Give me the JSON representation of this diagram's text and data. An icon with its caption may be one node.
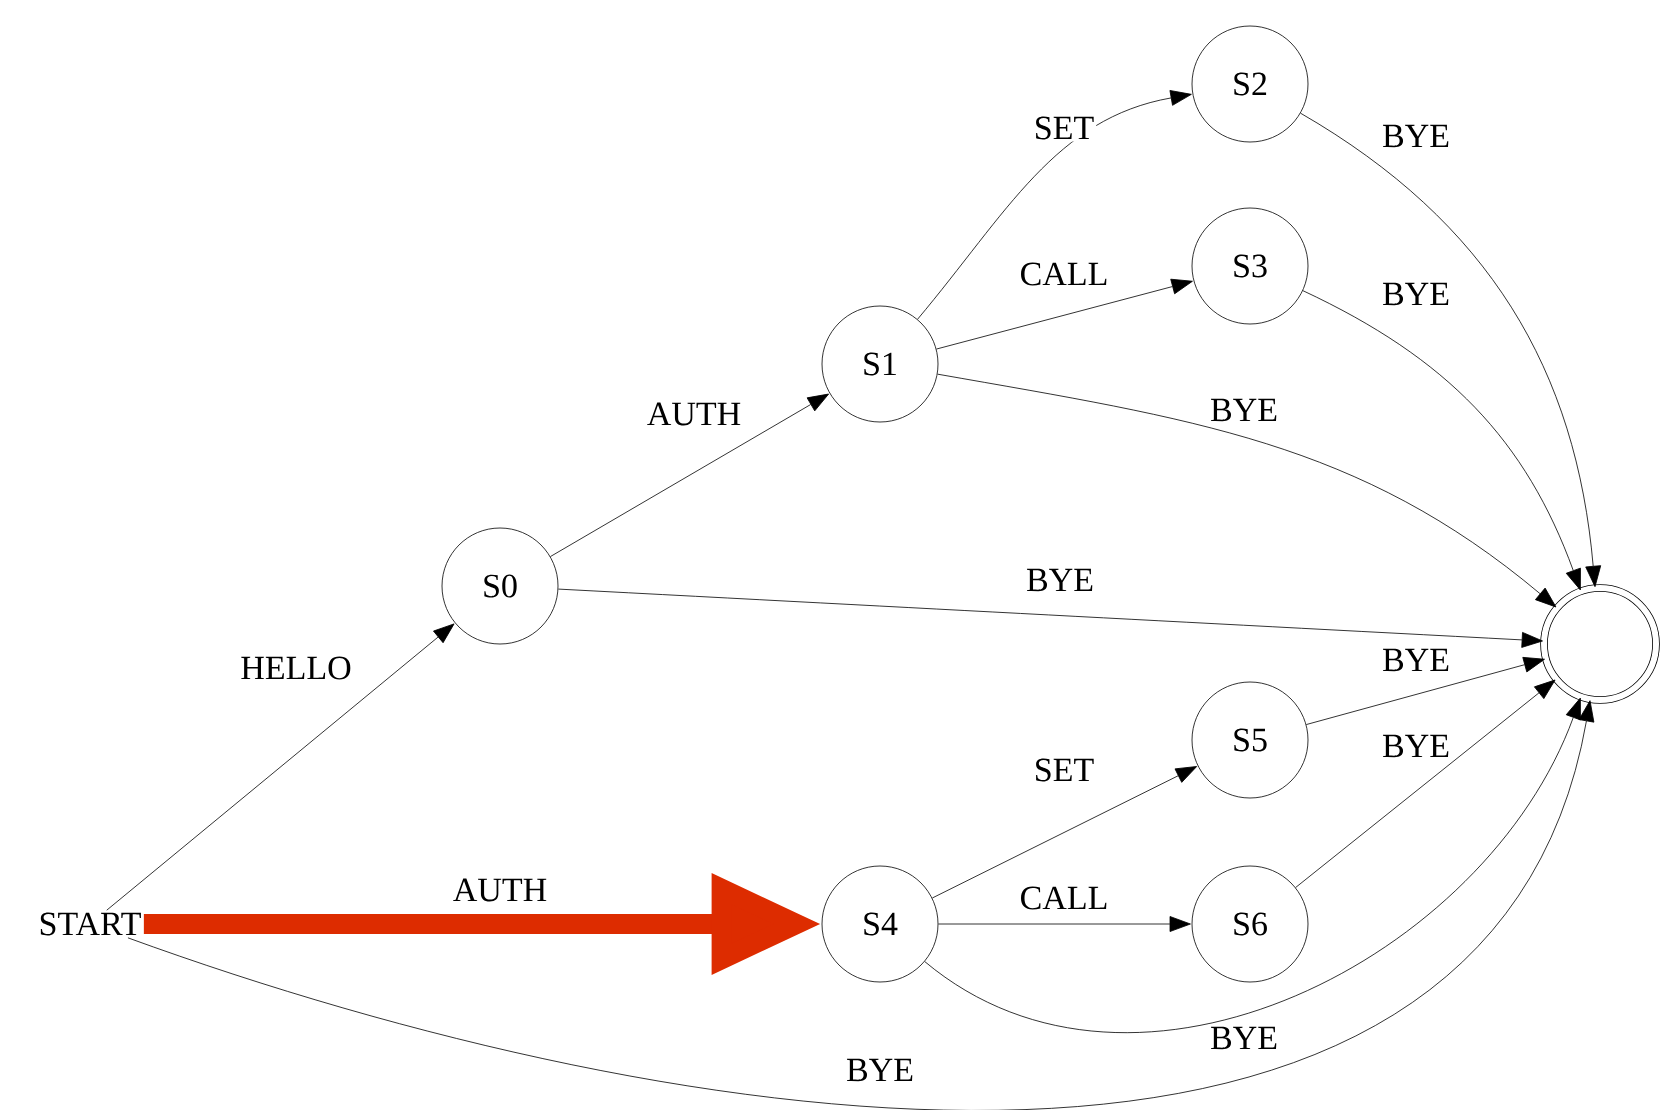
{
  "diagram": {
    "nodes": [
      {
        "text": [
          "START"
        ]
      },
      {
        "text": [
          "S0"
        ]
      },
      {
        "text": [
          "S1"
        ]
      },
      {
        "text": [
          "S2"
        ]
      },
      {
        "text": [
          "S3"
        ]
      },
      {
        "text": [
          "S4"
        ]
      },
      {
        "text": [
          "S5"
        ]
      },
      {
        "text": [
          "S6"
        ]
      },
      {
        "text": [],
        "shape": "circle"
      }
    ],
    "edges": [
      {
        "from": 0,
        "to": 1,
        "arrow": "to",
        "label": "HELLO"
      },
      {
        "from": 0,
        "to": 5,
        "arrow": "to",
        "label": "AUTH",
        "style": "thick",
        "color": "#dd2c00"
      },
      {
        "from": 0,
        "to": 8,
        "arrow": "to",
        "label": "BYE"
      },
      {
        "from": 1,
        "to": 2,
        "arrow": "to",
        "label": "AUTH"
      },
      {
        "from": 1,
        "to": 8,
        "arrow": "to",
        "label": "BYE"
      },
      {
        "from": 2,
        "to": 3,
        "arrow": "to",
        "label": "SET"
      },
      {
        "from": 2,
        "to": 4,
        "arrow": "to",
        "label": "CALL"
      },
      {
        "from": 2,
        "to": 8,
        "arrow": "to",
        "label": "BYE"
      },
      {
        "from": 3,
        "to": 8,
        "arrow": "to",
        "label": "BYE"
      },
      {
        "from": 4,
        "to": 8,
        "arrow": "to",
        "label": "BYE"
      },
      {
        "from": 6,
        "to": 8,
        "arrow": "to",
        "label": "BYE"
      },
      {
        "from": 7,
        "to": 8,
        "arrow": "to",
        "label": "BYE"
      },
      {
        "from": 5,
        "to": 6,
        "arrow": "to",
        "label": "SET"
      },
      {
        "from": 5,
        "to": 7,
        "arrow": "to",
        "label": "CALL"
      },
      {
        "from": 5,
        "to": 8,
        "arrow": "to",
        "label": "BYE"
      }
    ]
  }
}
